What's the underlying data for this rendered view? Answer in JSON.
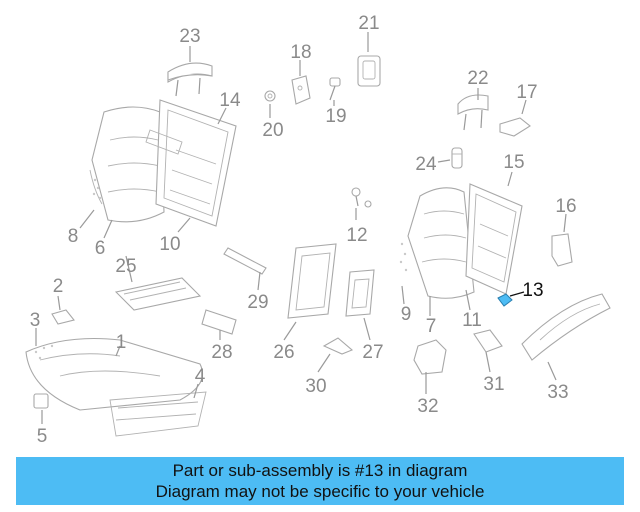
{
  "diagram": {
    "highlight_color": "#4dbcf4",
    "callouts": [
      {
        "id": "p1",
        "label": "1"
      },
      {
        "id": "p2",
        "label": "2"
      },
      {
        "id": "p3",
        "label": "3"
      },
      {
        "id": "p4",
        "label": "4"
      },
      {
        "id": "p5",
        "label": "5"
      },
      {
        "id": "p6",
        "label": "6"
      },
      {
        "id": "p7",
        "label": "7"
      },
      {
        "id": "p8",
        "label": "8"
      },
      {
        "id": "p9",
        "label": "9"
      },
      {
        "id": "p10",
        "label": "10"
      },
      {
        "id": "p11",
        "label": "11"
      },
      {
        "id": "p12",
        "label": "12"
      },
      {
        "id": "p13",
        "label": "13",
        "highlighted": true
      },
      {
        "id": "p14",
        "label": "14"
      },
      {
        "id": "p15",
        "label": "15"
      },
      {
        "id": "p16",
        "label": "16"
      },
      {
        "id": "p17",
        "label": "17"
      },
      {
        "id": "p18",
        "label": "18"
      },
      {
        "id": "p19",
        "label": "19"
      },
      {
        "id": "p20",
        "label": "20"
      },
      {
        "id": "p21",
        "label": "21"
      },
      {
        "id": "p22",
        "label": "22"
      },
      {
        "id": "p23",
        "label": "23"
      },
      {
        "id": "p24",
        "label": "24"
      },
      {
        "id": "p25",
        "label": "25"
      },
      {
        "id": "p26",
        "label": "26"
      },
      {
        "id": "p27",
        "label": "27"
      },
      {
        "id": "p28",
        "label": "28"
      },
      {
        "id": "p29",
        "label": "29"
      },
      {
        "id": "p30",
        "label": "30"
      },
      {
        "id": "p31",
        "label": "31"
      },
      {
        "id": "p32",
        "label": "32"
      },
      {
        "id": "p33",
        "label": "33"
      }
    ]
  },
  "footer": {
    "line1": "Part or sub-assembly is #13 in diagram",
    "line2": "Diagram may not be specific to your vehicle",
    "background": "#4dbcf4"
  }
}
